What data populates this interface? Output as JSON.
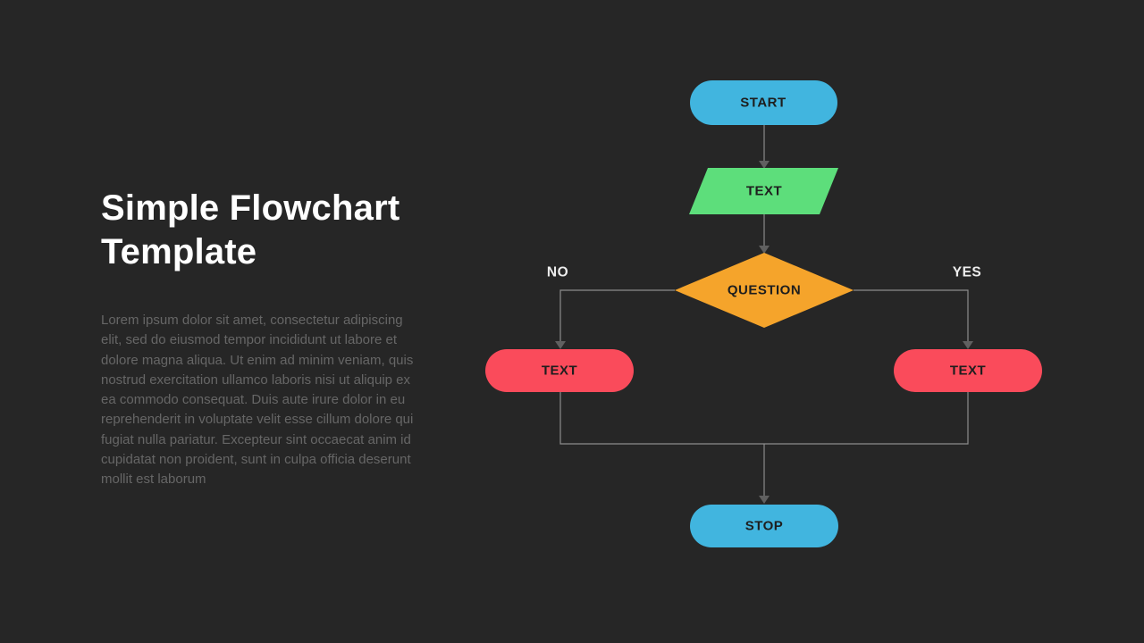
{
  "slide": {
    "title": "Simple Flowchart Template",
    "body_text": "Lorem ipsum dolor sit amet, consectetur adipiscing elit, sed do eiusmod tempor incididunt ut labore et dolore magna aliqua. Ut enim ad minim veniam, quis nostrud exercitation ullamco laboris nisi ut aliquip ex ea commodo consequat. Duis aute irure dolor in eu reprehenderit in voluptate velit esse cillum dolore qui fugiat nulla pariatur. Excepteur sint occaecat anim id cupidatat non proident, sunt in culpa officia deserunt mollit est laborum"
  },
  "flowchart": {
    "nodes": {
      "start": {
        "label": "START",
        "type": "terminator",
        "color": "#41b5df"
      },
      "input": {
        "label": "TEXT",
        "type": "parallelogram",
        "color": "#5dde7b"
      },
      "decision": {
        "label": "QUESTION",
        "type": "diamond",
        "color": "#f5a42b"
      },
      "no_branch": {
        "label": "TEXT",
        "type": "process",
        "color": "#fa4b5b"
      },
      "yes_branch": {
        "label": "TEXT",
        "type": "process",
        "color": "#fa4b5b"
      },
      "stop": {
        "label": "STOP",
        "type": "terminator",
        "color": "#41b5df"
      }
    },
    "branch_labels": {
      "no": "NO",
      "yes": "YES"
    },
    "connector_color": "#8c8c8c",
    "arrowhead_color": "#606060",
    "node_text_color": "#1e1e1e"
  },
  "colors": {
    "background": "#262626",
    "title_text": "#ffffff",
    "body_text": "#666666",
    "branch_label_text": "#ededed"
  }
}
